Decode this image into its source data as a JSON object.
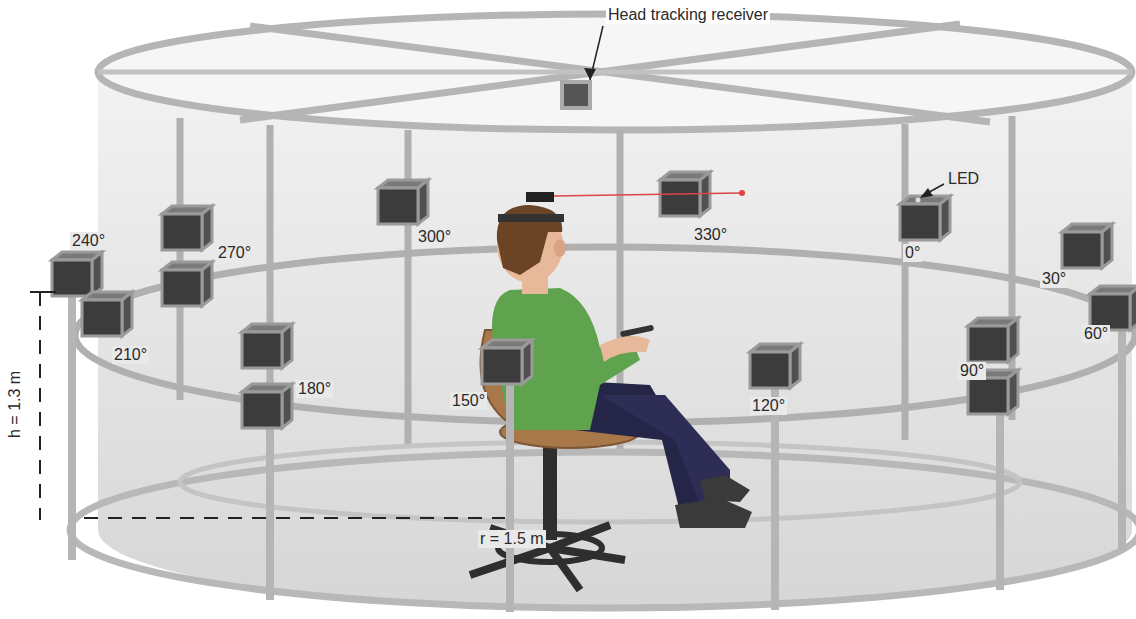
{
  "diagram": {
    "labels": [
      "Head tracking receiver",
      "LED",
      "240°",
      "270°",
      "300°",
      "330°",
      "0°",
      "30°",
      "60°",
      "210°",
      "180°",
      "150°",
      "120°",
      "90°",
      "h = 1.3 m",
      "r = 1.5 m"
    ]
  }
}
